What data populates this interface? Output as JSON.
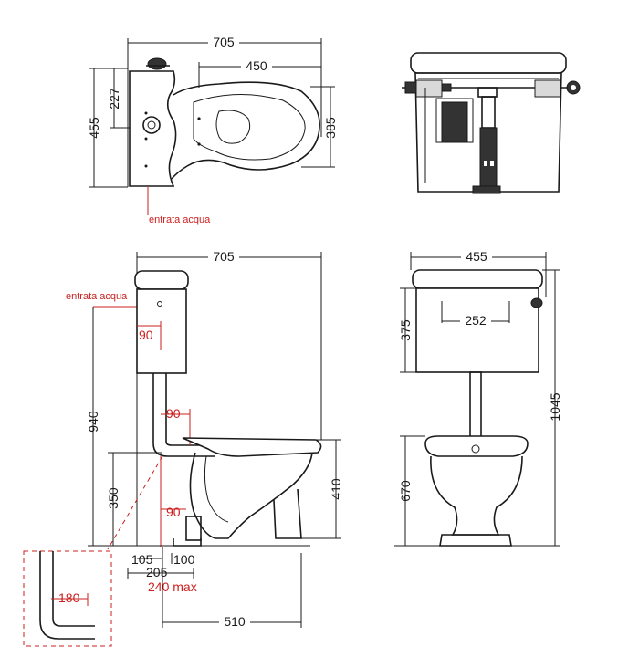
{
  "top_view": {
    "width_705": "705",
    "length_450": "450",
    "depth_227": "227",
    "depth_455": "455",
    "depth_385": "385",
    "water_inlet": "entrata acqua"
  },
  "side_view": {
    "width_705": "705",
    "water_inlet": "entrata acqua",
    "pipe_90_upper": "90",
    "pipe_90_middle": "90",
    "pipe_90_lower": "90",
    "height_940": "940",
    "height_350": "350",
    "height_410": "410",
    "dim_105": "105",
    "dim_100": "100",
    "dim_205": "205",
    "dim_240_max": "240 max",
    "dim_510": "510",
    "detail_180": "180"
  },
  "front_view": {
    "width_455": "455",
    "height_375": "375",
    "spacing_252": "252",
    "height_1045": "1045",
    "height_670": "670"
  }
}
